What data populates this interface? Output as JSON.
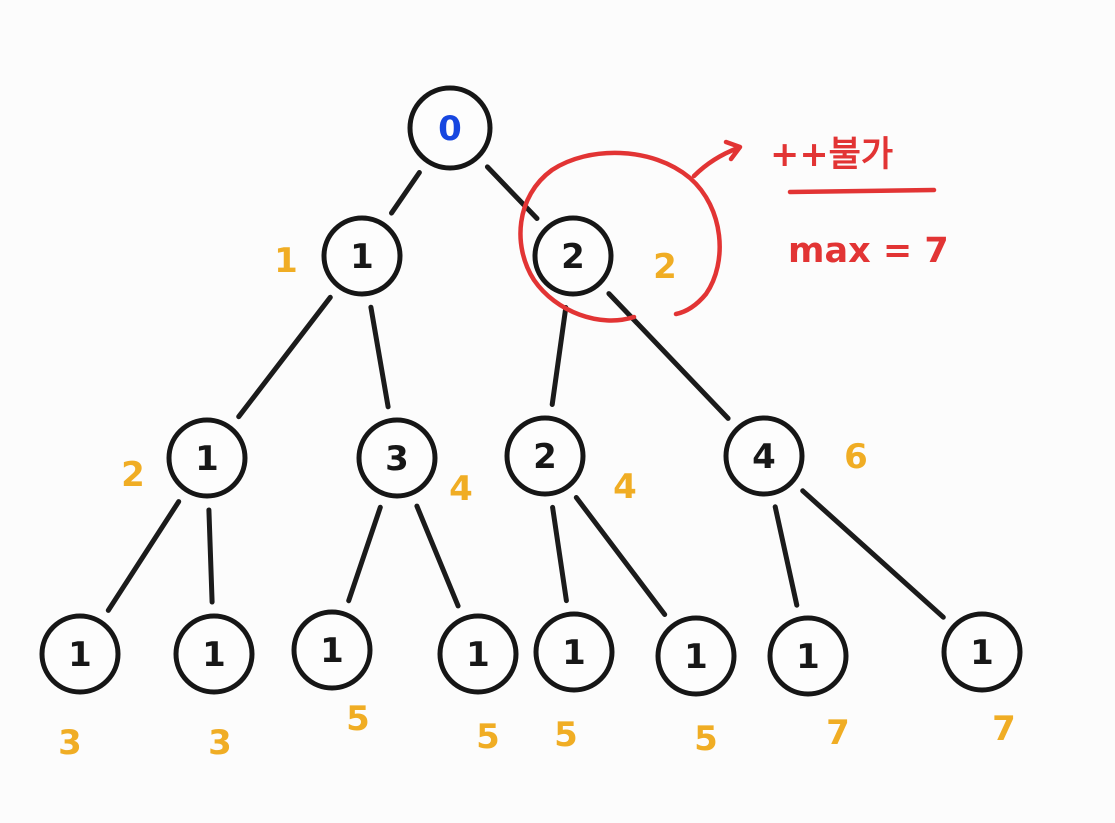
{
  "tree": {
    "root": {
      "id": "root",
      "label": "0",
      "color": "#1646e0"
    },
    "nodes": [
      {
        "id": "n1",
        "parent": "root",
        "label": "1",
        "cum": "1"
      },
      {
        "id": "n2",
        "parent": "root",
        "label": "2",
        "cum": "2"
      },
      {
        "id": "n3",
        "parent": "n1",
        "label": "1",
        "cum": "2"
      },
      {
        "id": "n4",
        "parent": "n1",
        "label": "3",
        "cum": "4"
      },
      {
        "id": "n5",
        "parent": "n2",
        "label": "2",
        "cum": "4"
      },
      {
        "id": "n6",
        "parent": "n2",
        "label": "4",
        "cum": "6"
      },
      {
        "id": "n7",
        "parent": "n3",
        "label": "1",
        "cum": "3"
      },
      {
        "id": "n8",
        "parent": "n3",
        "label": "1",
        "cum": "3"
      },
      {
        "id": "n9",
        "parent": "n4",
        "label": "1",
        "cum": "5"
      },
      {
        "id": "n10",
        "parent": "n4",
        "label": "1",
        "cum": "5"
      },
      {
        "id": "n11",
        "parent": "n5",
        "label": "1",
        "cum": "5"
      },
      {
        "id": "n12",
        "parent": "n5",
        "label": "1",
        "cum": "5"
      },
      {
        "id": "n13",
        "parent": "n6",
        "label": "1",
        "cum": "7"
      },
      {
        "id": "n14",
        "parent": "n6",
        "label": "1",
        "cum": "7"
      }
    ]
  },
  "annotation": {
    "circled_node": "n2",
    "note": "++불가",
    "result": "max = 7"
  },
  "colors": {
    "ink": "#161616",
    "cumulative": "#f0ad24",
    "highlight": "#e23434",
    "root": "#1646e0",
    "background": "#fcfcfc"
  }
}
